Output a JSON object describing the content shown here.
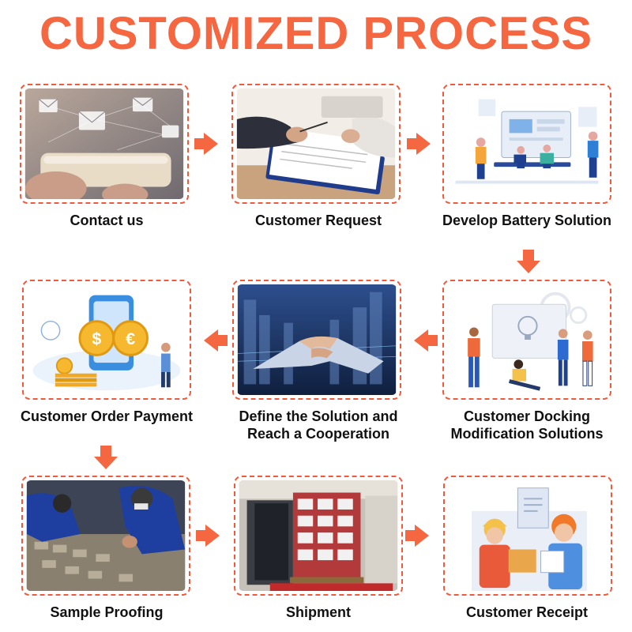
{
  "title": "CUSTOMIZED PROCESS",
  "colors": {
    "accent": "#f46740",
    "border": "#f05a3c"
  },
  "steps": [
    {
      "label": "Contact us",
      "icon": "envelope-network-icon"
    },
    {
      "label": "Customer Request",
      "icon": "contract-signing-icon"
    },
    {
      "label": "Develop Battery Solution",
      "icon": "team-presentation-icon"
    },
    {
      "label": "Customer Docking Modification Solutions",
      "line1": "Customer Docking",
      "line2": "Modification Solutions",
      "icon": "idea-bulb-icon"
    },
    {
      "label": "Define the Solution and Reach a Cooperation",
      "line1": "Define the Solution and",
      "line2": "Reach a Cooperation",
      "icon": "handshake-icon"
    },
    {
      "label": "Customer Order Payment",
      "icon": "coin-payment-icon"
    },
    {
      "label": "Sample Proofing",
      "icon": "factory-workers-icon"
    },
    {
      "label": "Shipment",
      "icon": "container-loading-icon"
    },
    {
      "label": "Customer Receipt",
      "icon": "delivery-receipt-icon"
    }
  ]
}
